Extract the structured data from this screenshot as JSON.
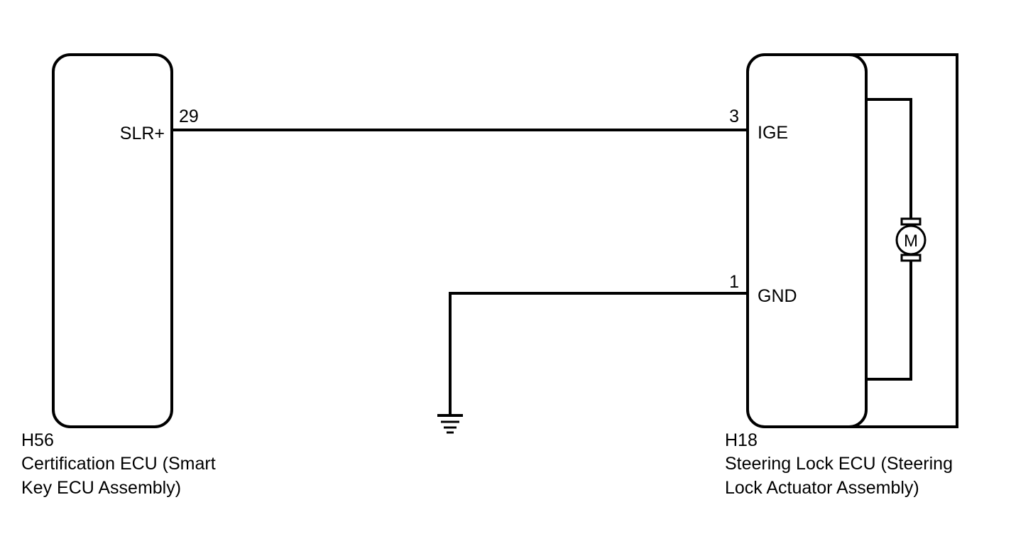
{
  "left_ecu": {
    "code": "H56",
    "name_line1": "Certification ECU (Smart",
    "name_line2": "Key ECU Assembly)",
    "terminal_label": "SLR+",
    "terminal_pin": "29"
  },
  "right_ecu": {
    "code": "H18",
    "name_line1": "Steering Lock ECU (Steering",
    "name_line2": "Lock Actuator Assembly)",
    "terminal_ige_label": "IGE",
    "terminal_ige_pin": "3",
    "terminal_gnd_label": "GND",
    "terminal_gnd_pin": "1"
  },
  "motor": {
    "symbol": "M"
  },
  "colors": {
    "line": "#000000",
    "background": "#ffffff"
  }
}
